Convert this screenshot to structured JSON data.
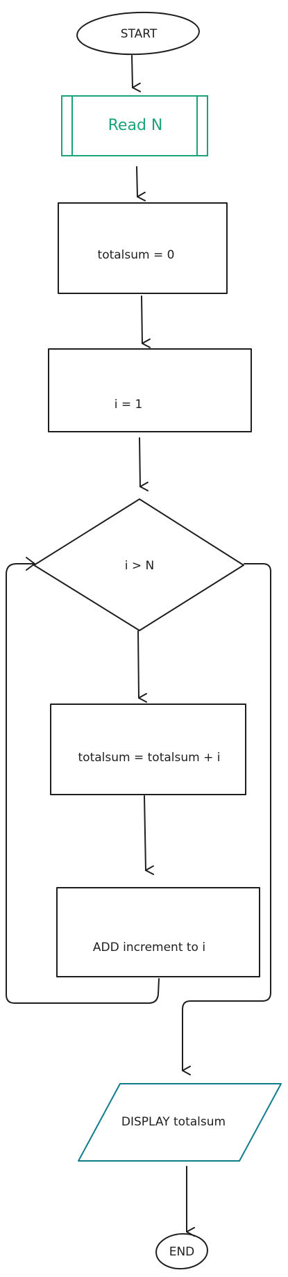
{
  "colors": {
    "ink": "#1e1e1e",
    "io_green": "#1aa37a",
    "io_teal": "#0f7c8c",
    "background": "#ffffff"
  },
  "nodes": {
    "start": {
      "label": "START"
    },
    "read": {
      "label": "Read N"
    },
    "init_sum": {
      "label": "totalsum = 0"
    },
    "init_i": {
      "label": "i = 1"
    },
    "condition": {
      "label": "i > N"
    },
    "add_sum": {
      "label": "totalsum = totalsum + i"
    },
    "increment": {
      "label": "ADD increment to i"
    },
    "display": {
      "label": "DISPLAY totalsum"
    },
    "end": {
      "label": "END"
    }
  }
}
